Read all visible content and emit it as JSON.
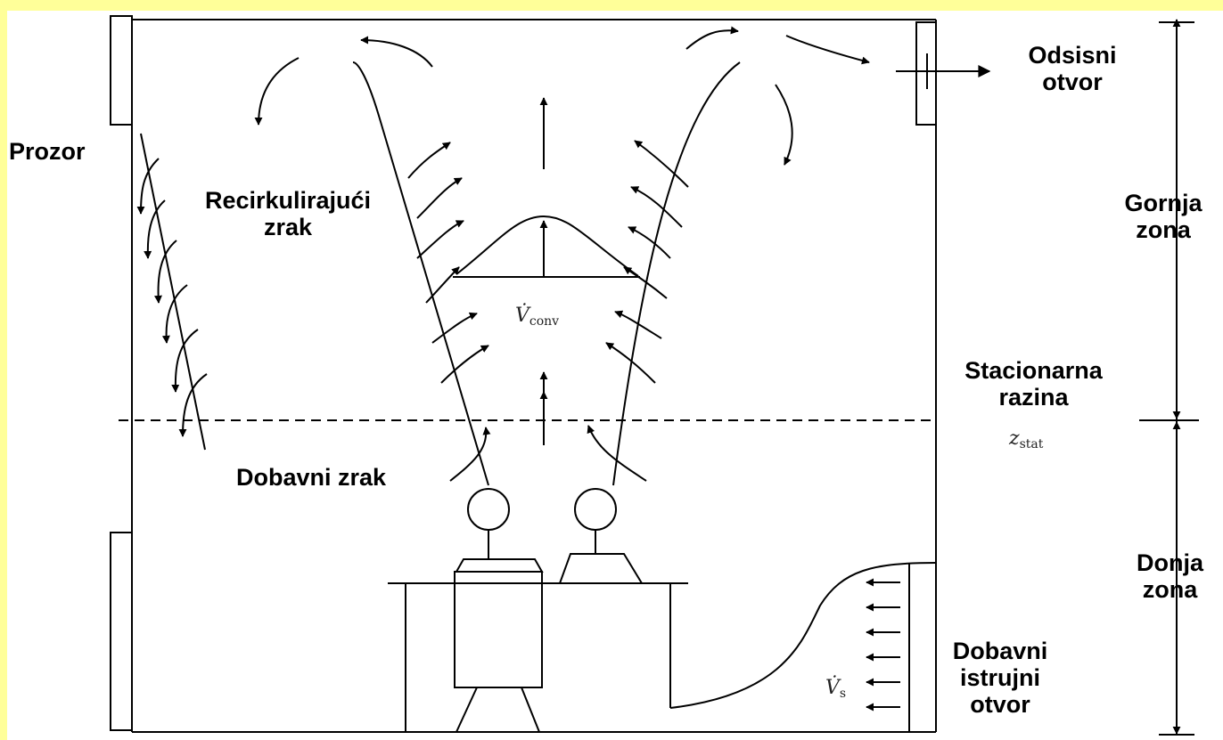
{
  "colors": {
    "band": "#ffff99",
    "ink": "#000000"
  },
  "labels": {
    "window": "Prozor",
    "exhaust_line1": "Odsisni",
    "exhaust_line2": "otvor",
    "recirc_line1": "Recirkulirajući",
    "recirc_line2": "zrak",
    "supply_air": "Dobavni zrak",
    "upper_zone_line1": "Gornja",
    "upper_zone_line2": "zona",
    "stationary_line1": "Stacionarna",
    "stationary_line2": "razina",
    "lower_zone_line1": "Donja",
    "lower_zone_line2": "zona",
    "inlet_line1": "Dobavni",
    "inlet_line2": "istrujni",
    "inlet_line3": "otvor"
  },
  "symbols": {
    "v_conv_main": "V̇",
    "v_conv_sub": "conv",
    "z_stat_main": "z",
    "z_stat_sub": "stat",
    "v_s_main": "V̇",
    "v_s_sub": "s"
  },
  "icons": [
    "arrow-icon",
    "person-head-icon"
  ]
}
